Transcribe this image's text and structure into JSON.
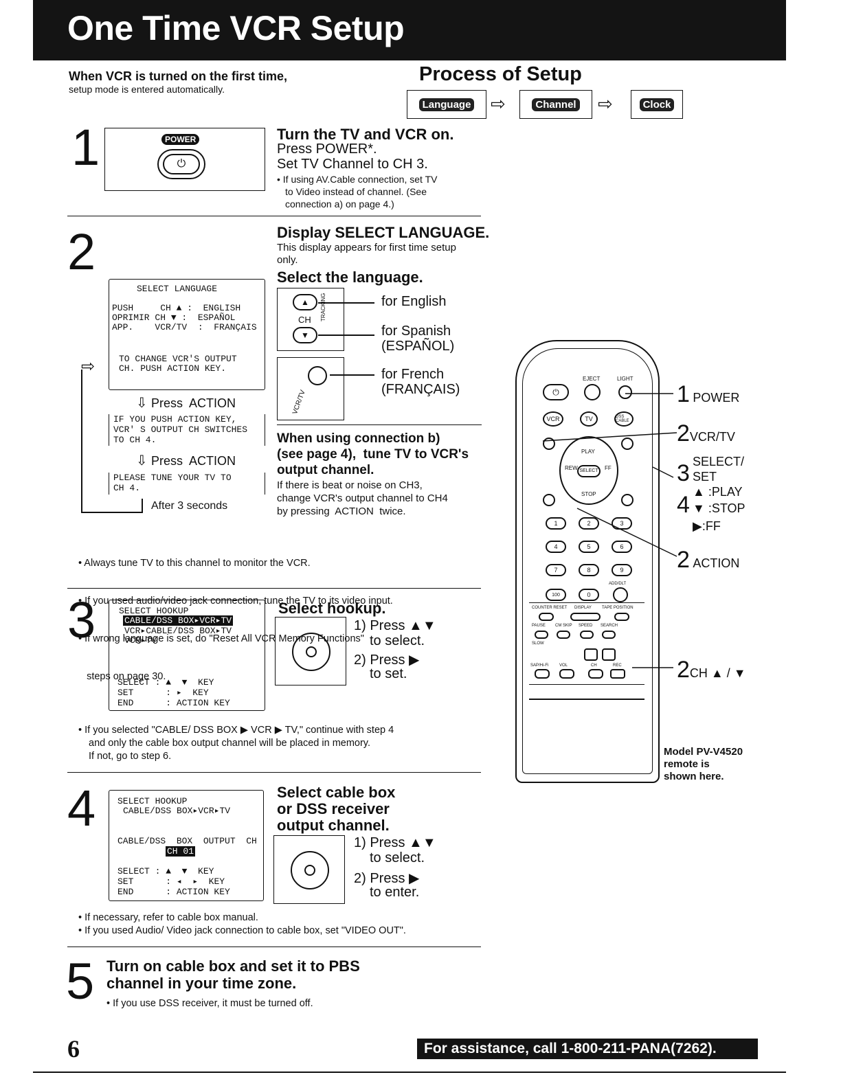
{
  "header": {
    "title": "One Time VCR Setup"
  },
  "intro": {
    "bold": "When VCR is turned on the first time,",
    "sub": "setup mode is entered automatically."
  },
  "process": {
    "title": "Process of Setup",
    "steps": [
      "Language",
      "Channel",
      "Clock"
    ]
  },
  "step1": {
    "num": "1",
    "power_label": "POWER",
    "title": "Turn the TV and VCR on.",
    "lines": [
      "Press POWER*.",
      "Set TV Channel to CH 3."
    ],
    "note": [
      "• If using AV.Cable connection, set TV",
      "to Video instead of channel. (See",
      "connection a) on page 4.)"
    ]
  },
  "step2": {
    "num": "2",
    "osd1": {
      "title": "SELECT  LANGUAGE",
      "rows": [
        "PUSH     CH ▲ :  ENGLISH",
        "OPRIMIR CH ▼ :  ESPAÑOL",
        "APP.    VCR/TV  :  FRANÇAIS"
      ],
      "foot": [
        "TO  CHANGE  VCR'S  OUTPUT",
        "CH. PUSH  ACTION  KEY."
      ]
    },
    "press_action_1": "Press  ACTION",
    "osd2": [
      "IF  YOU PUSH ACTION KEY,",
      "VCR' S OUTPUT  CH  SWITCHES",
      "TO  CH 4."
    ],
    "press_action_2": "Press  ACTION",
    "osd3": [
      "PLEASE  TUNE YOUR  TV  TO",
      "CH 4."
    ],
    "after": "After 3 seconds",
    "title": "Display SELECT LANGUAGE.",
    "desc": [
      "This display appears for first time setup",
      "only."
    ],
    "select_title": "Select the language.",
    "ch_label": "CH",
    "tracking_label": "TRACKING",
    "vcrtv_label": "VCR/TV",
    "for_english": "for English",
    "for_spanish": [
      "for Spanish",
      "(ESPAÑOL)"
    ],
    "for_french": [
      "for French",
      "(FRANÇAIS)"
    ],
    "conn_title": [
      "When using connection b)",
      "(see page 4),  tune TV to VCR's",
      "output channel."
    ],
    "conn_desc": [
      "If there is beat or noise on CH3,",
      "change VCR's output channel to CH4",
      "by pressing  ACTION  twice."
    ],
    "bullets": [
      "• Always tune TV to this channel to monitor the VCR.",
      "• If you used audio/video jack connection, tune the TV to its video input.",
      "• If wrong language is set, do \"Reset All VCR Memory Functions\"",
      "   steps on page 30."
    ]
  },
  "step3": {
    "num": "3",
    "osd": {
      "title": "SELECT  HOOKUP",
      "hl": "CABLE/DSS  BOX▸VCR▸TV",
      "rows": [
        "VCR▸CABLE/DSS  BOX▸TV",
        "VCR▸TV"
      ],
      "keys": [
        "SELECT : ▲  ▼  KEY",
        "SET      : ▸  KEY",
        "END      : ACTION KEY"
      ]
    },
    "title": "Select hookup.",
    "instr": [
      "1) Press ▲▼",
      "to select.",
      "2) Press ▶",
      "to set."
    ],
    "bullets": [
      "• If you selected \"CABLE/ DSS BOX ▶ VCR ▶ TV,\" continue with step 4",
      "and only the cable box output channel will be placed in memory.",
      "If not, go to step 6."
    ]
  },
  "step4": {
    "num": "4",
    "osd": {
      "title": [
        "SELECT  HOOKUP",
        "CABLE/DSS  BOX▸VCR▸TV"
      ],
      "out": "CABLE/DSS  BOX  OUTPUT  CH",
      "hl": "CH 01",
      "keys": [
        "SELECT : ▲  ▼  KEY",
        "SET      : ◂  ▸  KEY",
        "END      : ACTION KEY"
      ]
    },
    "title": [
      "Select cable box",
      "or DSS receiver",
      "output channel."
    ],
    "instr": [
      "1) Press ▲▼",
      "to select.",
      "2) Press ▶",
      "to enter."
    ],
    "bullets": [
      "• If necessary, refer to cable box manual.",
      "• If you used Audio/ Video jack connection to cable box, set \"VIDEO OUT\"."
    ]
  },
  "step5": {
    "num": "5",
    "title": [
      "Turn on cable box and set it to PBS",
      "channel in your time zone."
    ],
    "note": "• If you use DSS receiver, it must be turned off."
  },
  "remote": {
    "labels": [
      {
        "n": "1",
        "t": "POWER"
      },
      {
        "n": "2",
        "t": "VCR/TV"
      },
      {
        "n": "3",
        "t": "SELECT/"
      },
      {
        "n": "",
        "t": "SET"
      },
      {
        "n": "4",
        "t": "▲ :PLAY"
      },
      {
        "n": "",
        "t": "▼ :STOP"
      },
      {
        "n": "",
        "t": "▶:FF"
      },
      {
        "n": "2",
        "t": "ACTION"
      },
      {
        "n": "2",
        "t": "CH ▲ / ▼"
      }
    ],
    "top_labels": [
      "EJECT",
      "LIGHT"
    ],
    "row_labels": [
      "VCR",
      "TV",
      "DSS CABLE"
    ],
    "nav_labels": [
      "PLAY",
      "REW",
      "SELECT",
      "FF",
      "STOP"
    ],
    "digits": [
      "1",
      "2",
      "3",
      "4",
      "5",
      "6",
      "7",
      "8",
      "9",
      "100",
      "0"
    ],
    "func_labels": [
      "COUNTER RESET",
      "DISPLAY",
      "TAPE POSITION",
      "PAUSE",
      "CM SKIP",
      "SPEED",
      "SEARCH",
      "SLOW",
      "SAP/Hi-Fi",
      "VOL",
      "CH",
      "REC",
      "ADD/DLT"
    ],
    "model": [
      "Model PV-V4520",
      "remote is",
      "shown here."
    ]
  },
  "footer": {
    "page": "6",
    "assist": "For assistance, call 1-800-211-PANA(7262)."
  }
}
